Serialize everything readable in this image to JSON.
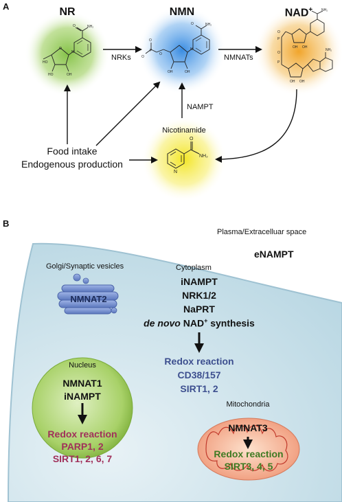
{
  "panel_a": {
    "letter": "A",
    "nodes": {
      "nr": {
        "title": "NR",
        "color": "#7fbf3f"
      },
      "nmn": {
        "title": "NMN",
        "color": "#3c8fe0"
      },
      "nad": {
        "title": "NAD",
        "superscript": "+",
        "color": "#f0a830"
      },
      "nicotinamide": {
        "title": "Nicotinamide",
        "color": "#f5e83a"
      }
    },
    "edges": {
      "nrks": "NRKs",
      "nmnats": "NMNATs",
      "nampt": "NAMPT"
    },
    "sources": {
      "line1": "Food intake",
      "line2": "Endogenous production"
    },
    "molecule_labels": {
      "oh": "OH",
      "ho": "HO",
      "nh2": "NH₂",
      "o": "O",
      "n": "N",
      "p": "P"
    }
  },
  "panel_b": {
    "letter": "B",
    "extracellular_label": "Plasma/Extracelluar space",
    "enampt": "eNAMPT",
    "golgi": {
      "label": "Golgi/Synaptic vesicles",
      "enzyme": "NMNAT2",
      "color": "#6a86c8"
    },
    "cytoplasm": {
      "label": "Cytoplasm",
      "items": [
        "iNAMPT",
        "NRK1/2",
        "NaPRT"
      ],
      "de_novo_italic": "de novo",
      "de_novo_rest": "NAD",
      "de_novo_sup": "+",
      "de_novo_end": "synthesis",
      "redox": [
        "Redox reaction",
        "CD38/157",
        "SIRT1, 2"
      ],
      "redox_color": "#3d4f8f",
      "cell_color": "#c6e0ea"
    },
    "nucleus": {
      "label": "Nucleus",
      "items": [
        "NMNAT1",
        "iNAMPT"
      ],
      "redox": [
        "Redox reaction",
        "PARP1, 2",
        "SIRT1, 2, 6, 7"
      ],
      "redox_color": "#a0305a",
      "color": "#8fc04a"
    },
    "mitochondria": {
      "label": "Mitochondria",
      "enzyme": "NMNAT3",
      "redox": [
        "Redox reaction",
        "SIRT3, 4, 5"
      ],
      "redox_color": "#3e7a22",
      "color": "#e88868"
    }
  }
}
